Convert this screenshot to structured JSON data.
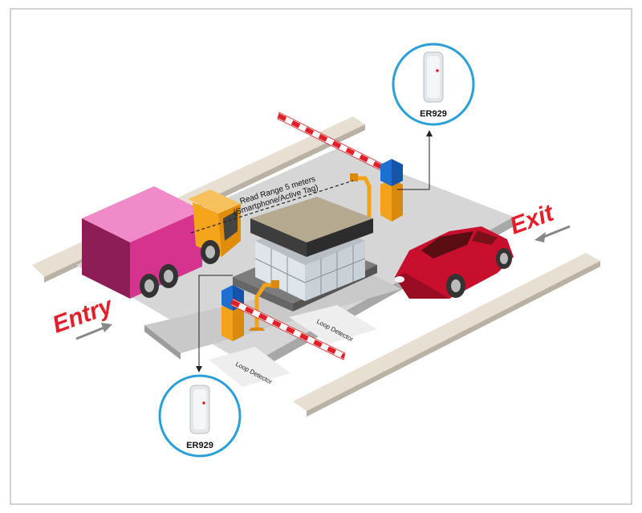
{
  "labels": {
    "entry": "Entry",
    "exit": "Exit",
    "read_range_line1": "Read Range 5 meters",
    "read_range_line2": "(Smartphone/Active Tag)",
    "loop_detector_top": "Loop Detector",
    "loop_detector_bottom": "Loop Detector",
    "reader_top": "ER929",
    "reader_bottom": "ER929"
  },
  "colors": {
    "accent_red": "#e3202a",
    "reader_ring": "#2a9fd8",
    "truck_cargo": "#d6338f",
    "truck_cab": "#f5a51c",
    "car_body": "#c8102e",
    "barrier_post": "#f2a21b",
    "barrier_cap": "#1f6fd1",
    "road": "#cfcfcf",
    "curb": "#e6ddd0",
    "booth_roof": "#5b5b5b"
  },
  "icons": {
    "entry_arrow": "arrow-right-icon",
    "exit_arrow": "arrow-left-icon"
  }
}
